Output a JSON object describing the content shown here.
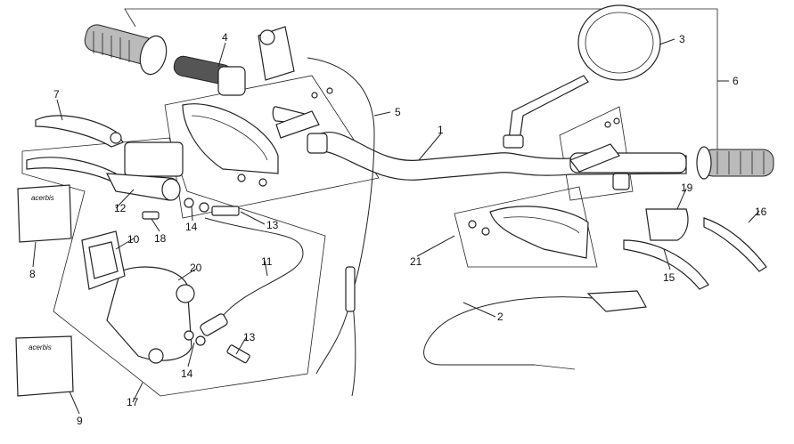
{
  "callouts": [
    "1",
    "2",
    "3",
    "4",
    "5",
    "6",
    "7",
    "8",
    "9",
    "10",
    "11",
    "12",
    "13",
    "13",
    "14",
    "14",
    "15",
    "16",
    "17",
    "18",
    "19",
    "20",
    "21"
  ],
  "pouch_brand": [
    "acerbis",
    "acerbis"
  ]
}
